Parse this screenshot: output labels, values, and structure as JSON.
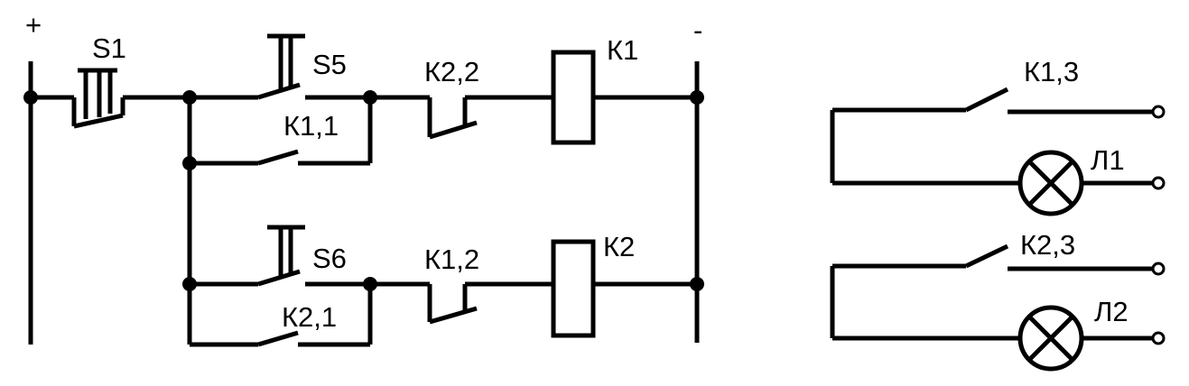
{
  "rails": {
    "plus": "+",
    "minus": "-"
  },
  "labels": {
    "s1": "S1",
    "s5": "S5",
    "s6": "S6",
    "k2_2": "К2,2",
    "k1_2": "К1,2",
    "k1": "К1",
    "k2": "К2",
    "k1_1": "К1,1",
    "k2_1": "К2,1",
    "k1_3": "К1,3",
    "k2_3": "К2,3",
    "l1": "Л1",
    "l2": "Л2"
  }
}
